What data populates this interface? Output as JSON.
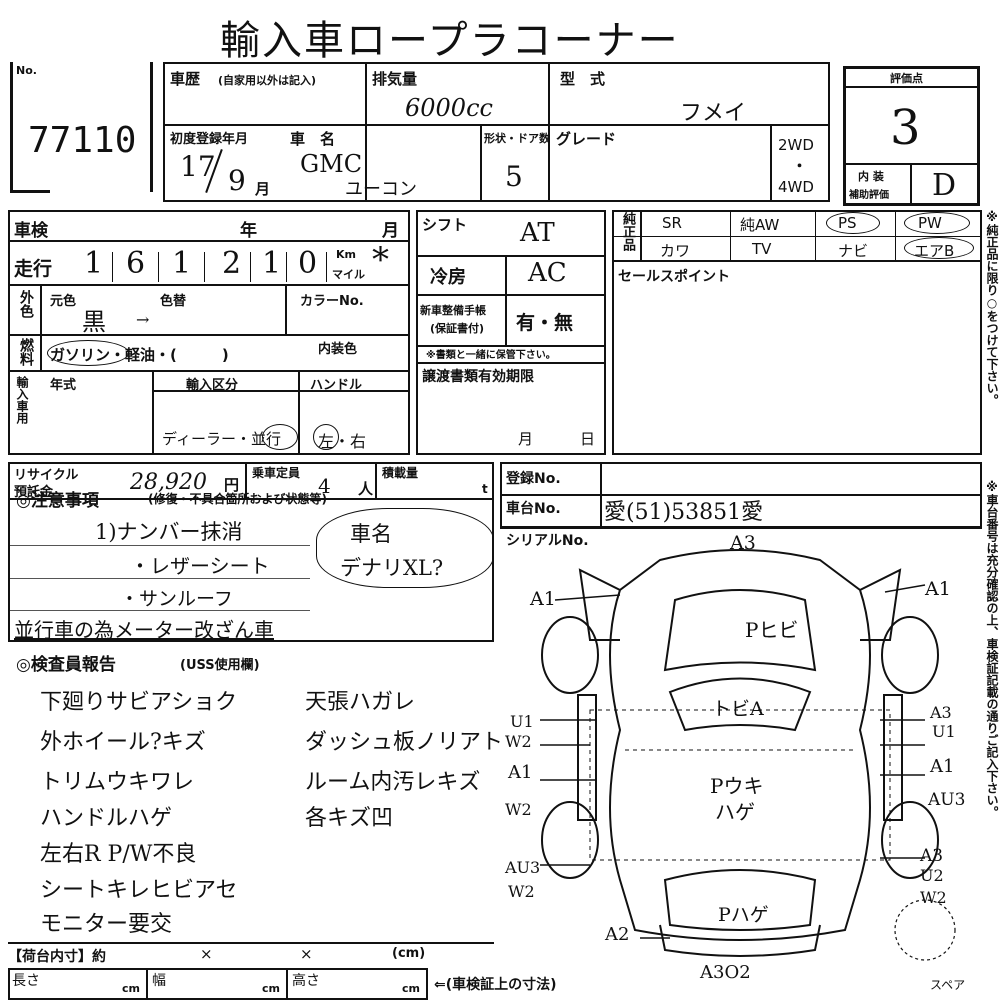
{
  "title": "輸入車ロープラコーナー",
  "header": {
    "no_label": "No.",
    "lot_no": "77110",
    "history_label": "車歴",
    "history_note": "(自家用以外は記入)",
    "displacement_label": "排気量",
    "displacement_value": "6000cc",
    "model_label": "型　式",
    "model_value": "フメイ",
    "score_label": "評価点",
    "score_value": "3",
    "first_reg_label": "初度登録年月",
    "first_reg_year": "17",
    "first_reg_month": "9",
    "month_char": "月",
    "car_name_label": "車　名",
    "car_name_1": "GMC",
    "car_name_2": "ユーコン",
    "doors_label": "形状・ドア数",
    "doors_value": "5",
    "grade_label": "グレード",
    "drive_2wd": "2WD",
    "drive_dot": "・",
    "drive_4wd": "4WD",
    "interior_label_1": "内 装",
    "interior_label_2": "補助評価",
    "interior_value": "D"
  },
  "specs": {
    "inspection_label": "車検",
    "year_char": "年",
    "month_char": "月",
    "mileage_label": "走行",
    "mileage_digits": [
      "1",
      "6",
      "1",
      "2",
      "1",
      "0"
    ],
    "km_label": "Km",
    "mile_label": "マイル",
    "mile_mark": "*",
    "shift_label": "シフト",
    "shift_value": "AT",
    "ac_label": "冷房",
    "ac_value": "AC",
    "exterior_label": "外色",
    "original_color_label": "元色",
    "repaint_label": "色替",
    "color_value": "黒",
    "color_arrow": "→",
    "color_no_label": "カラーNo.",
    "manual_label_1": "新車整備手帳",
    "manual_label_2": "(保証書付)",
    "manual_value": "有・無",
    "manual_note": "※書類と一緒に保管下さい。",
    "fuel_label": "燃料",
    "fuel_options": "ガソリン・軽油・(　　　)",
    "interior_color_label": "内装色",
    "import_label": "輸入車用",
    "model_year_label": "年式",
    "import_type_label": "輸入区分",
    "import_type_value": "ディーラー・並行",
    "handle_label": "ハンドル",
    "handle_value": "左・右",
    "transfer_label": "譲渡書類有効期限",
    "recycle_label_1": "リサイクル",
    "recycle_label_2": "預託金",
    "recycle_value": "28,920",
    "yen_char": "円",
    "capacity_label": "乗車定員",
    "capacity_value": "4",
    "person_char": "人",
    "load_label": "積載量",
    "ton_char": "t"
  },
  "equipment": {
    "label": "純正品",
    "items": [
      "SR",
      "純AW",
      "PS",
      "PW",
      "カワ",
      "TV",
      "ナビ",
      "エアB"
    ],
    "sales_point_label": "セールスポイント",
    "side_note_1": "※純正品に限り○をつけて下さい。",
    "side_note_2": "※車台番号は充分確認の上、車検証記載の通りご記入下さい。"
  },
  "registration": {
    "reg_no_label": "登録No.",
    "chassis_label": "車台No.",
    "chassis_value": "愛(51)53851愛",
    "serial_label": "シリアルNo."
  },
  "notes": {
    "label": "◎注意事項",
    "sub_label": "(修復・不具合箇所および状態等)",
    "lines": [
      "1)ナンバー抹消",
      "・レザーシート",
      "・サンルーフ",
      "並行車の為メーター改ざん車"
    ],
    "circled_1": "車名",
    "circled_2": "デナリXL?"
  },
  "inspector": {
    "label": "◎検査員報告",
    "sub_label": "(USS使用欄)",
    "left": [
      "下廻りサビアショク",
      "外ホイール?キズ",
      "トリムウキワレ",
      "ハンドルハゲ",
      "左右R P/W不良",
      "シートキレヒビアセ",
      "モニター要交"
    ],
    "right": [
      "天張ハガレ",
      "ダッシュ板ノリアト",
      "ルーム内汚レキズ",
      "各キズ凹"
    ]
  },
  "diagram": {
    "marks": [
      "A3",
      "A1",
      "A1",
      "Pヒビ",
      "トビA",
      "U1",
      "W2",
      "A3",
      "U1",
      "A1",
      "A1",
      "W2",
      "AU3",
      "Pウキ",
      "ハゲ",
      "AU3",
      "W2",
      "A3",
      "U2",
      "W2",
      "Pハゲ",
      "A2",
      "A3O2"
    ],
    "spare_label": "スペア"
  },
  "bottom": {
    "cargo_label": "【荷台内寸】約",
    "x1": "×",
    "x2": "×",
    "cm_label": "(cm)",
    "length_label": "長さ",
    "width_label": "幅",
    "height_label": "高さ",
    "cm": "cm",
    "vehicle_cert_note": "⇐(車検証上の寸法)"
  }
}
